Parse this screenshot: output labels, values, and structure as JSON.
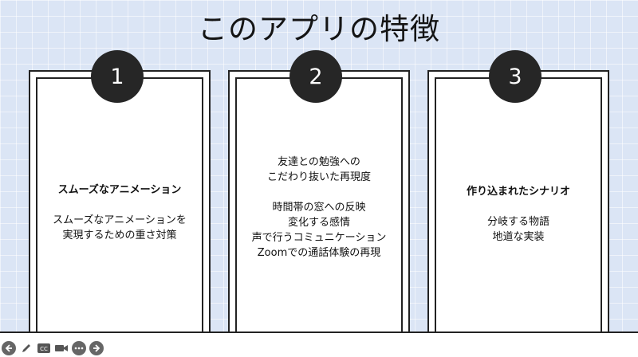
{
  "slide": {
    "title": "このアプリの特徴"
  },
  "cards": [
    {
      "number": "1",
      "heading": "スムーズなアニメーション",
      "lines": [
        "スムーズなアニメーションを",
        "実現するための重さ対策"
      ]
    },
    {
      "number": "2",
      "heading_lines": [
        "友達との勉強への",
        "こだわり抜いた再現度"
      ],
      "lines": [
        "時間帯の窓への反映",
        "変化する感情",
        "声で行うコミュニケーション",
        "Zoomでの通話体験の再現"
      ]
    },
    {
      "number": "3",
      "heading": "作り込まれたシナリオ",
      "lines": [
        "分岐する物語",
        "地道な実装"
      ]
    }
  ],
  "toolbar": {
    "icons": [
      "back-arrow-icon",
      "pen-icon",
      "captions-icon",
      "video-camera-icon",
      "more-icon",
      "forward-arrow-icon"
    ]
  }
}
